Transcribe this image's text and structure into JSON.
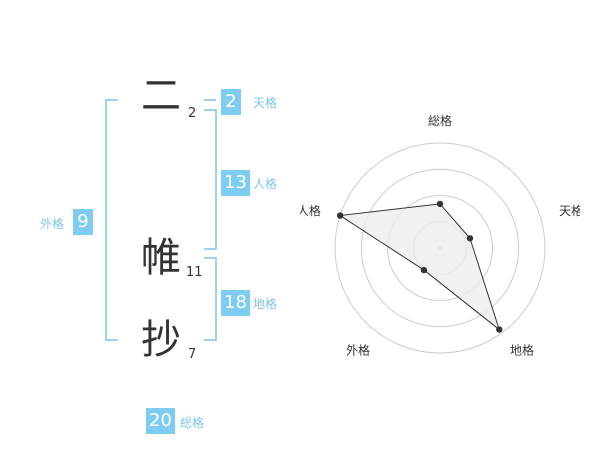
{
  "name_chars": [
    {
      "char": "二",
      "strokes": "2"
    },
    {
      "char": "帷",
      "strokes": "11"
    },
    {
      "char": "抄",
      "strokes": "7"
    }
  ],
  "fortune": {
    "tenkaku": {
      "value": "2",
      "label": "天格"
    },
    "jinkaku": {
      "value": "13",
      "label": "人格"
    },
    "chikaku": {
      "value": "18",
      "label": "地格"
    },
    "gaikaku": {
      "value": "9",
      "label": "外格"
    },
    "soukaku": {
      "value": "20",
      "label": "総格"
    }
  },
  "colors": {
    "accent": "#7fccf3",
    "bracket": "#7fc3ea",
    "radar_grid": "#cccccc",
    "radar_fill": "#eeeeee",
    "radar_line": "#333333"
  },
  "chart_data": {
    "type": "radar",
    "axes": [
      "総格",
      "天格",
      "地格",
      "外格",
      "人格"
    ],
    "values": [
      2.1,
      1.5,
      4.8,
      1.3,
      5.0
    ],
    "rings": 4,
    "range": [
      0,
      5
    ]
  }
}
